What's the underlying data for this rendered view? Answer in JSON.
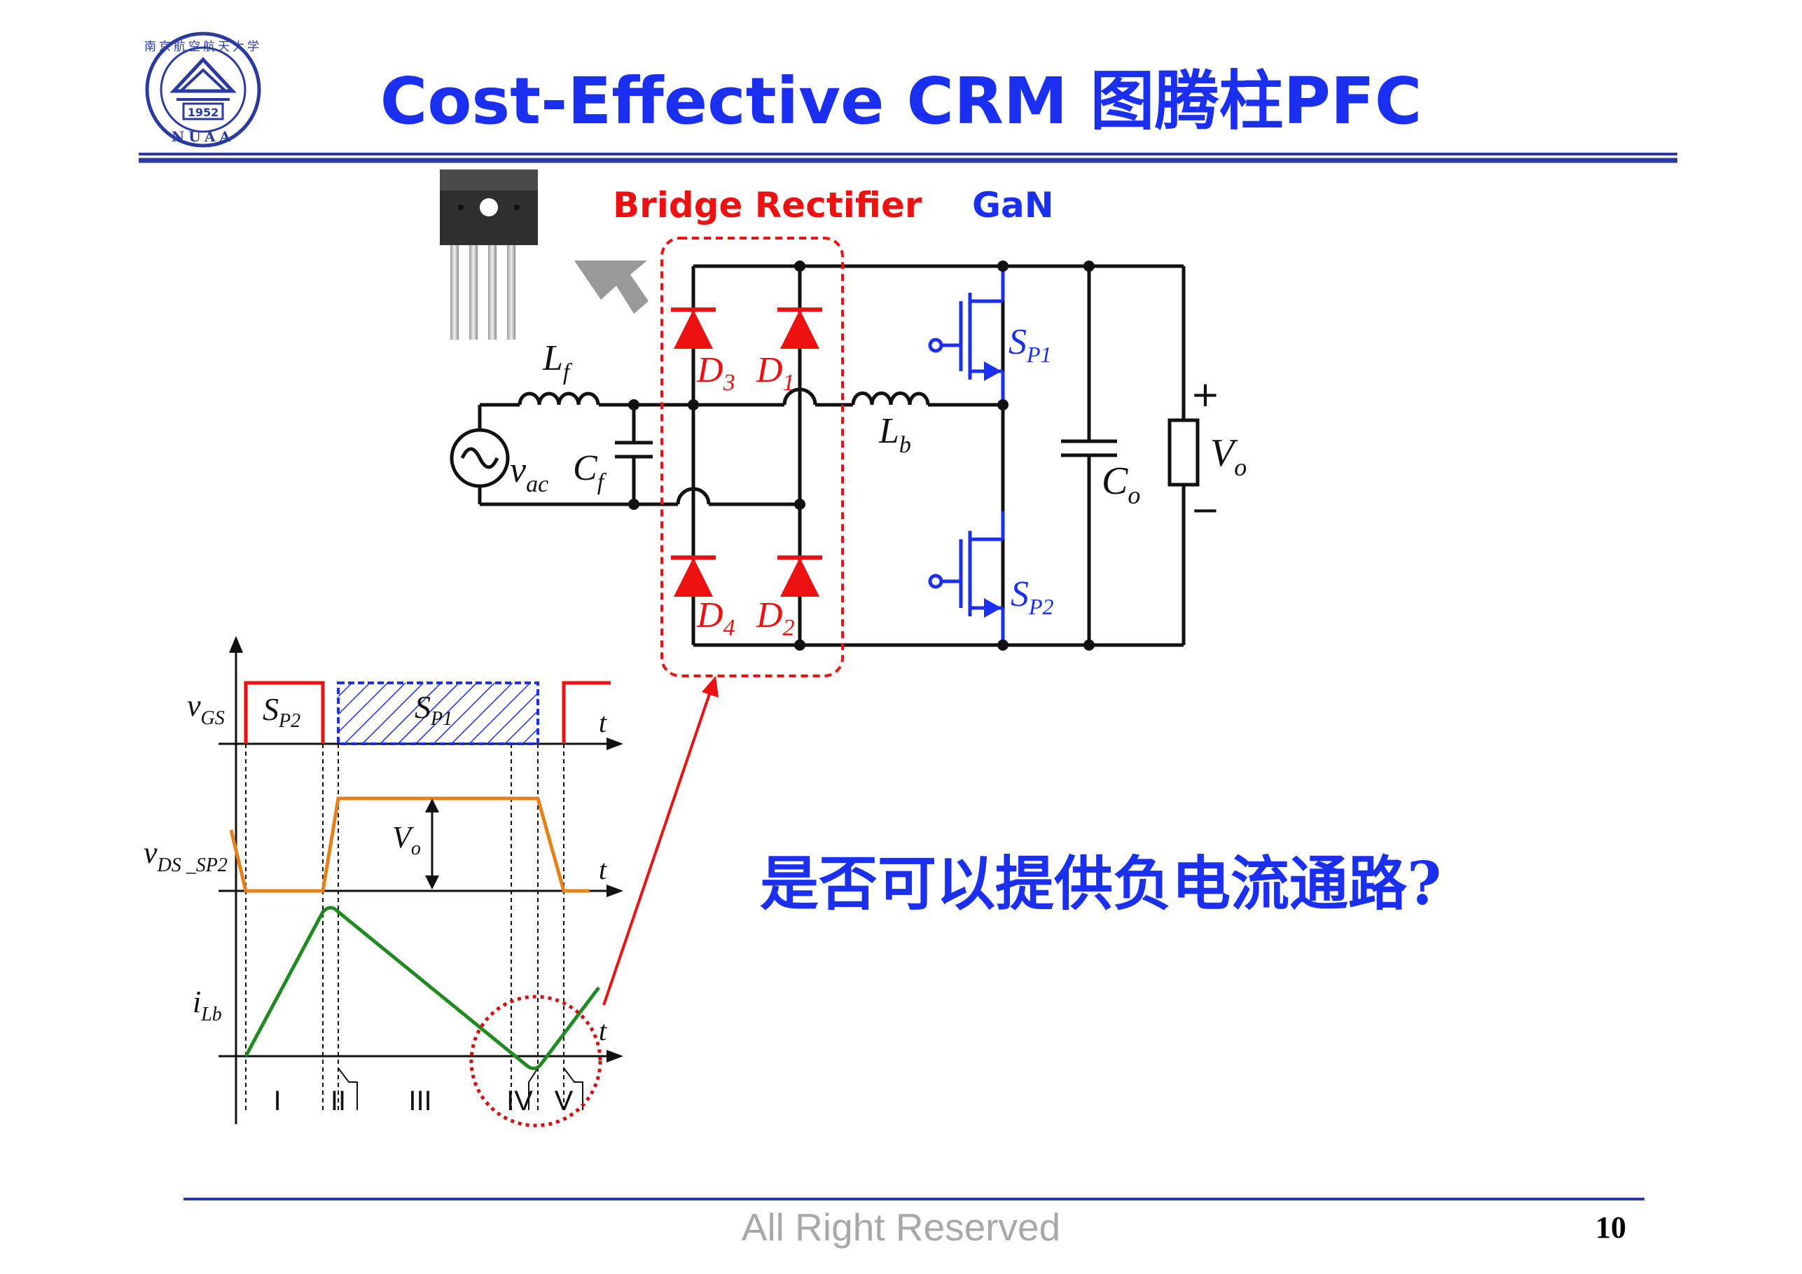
{
  "title": "Cost-Effective CRM 图腾柱PFC",
  "logo": {
    "year": "1952",
    "abbr": "NUAA",
    "ring_text": "南京航空航天大学"
  },
  "labels": {
    "bridge_rectifier": "Bridge Rectifier",
    "gan": "GaN",
    "Lf": "L",
    "Lf_sub": "f",
    "Cf": "C",
    "Cf_sub": "f",
    "vac": "v",
    "vac_sub": "ac",
    "Lb": "L",
    "Lb_sub": "b",
    "Co": "C",
    "Co_sub": "o",
    "Vo": "V",
    "Vo_sub": "o",
    "plus": "+",
    "minus": "−",
    "D3": "D",
    "D3_sub": "3",
    "D1": "D",
    "D1_sub": "1",
    "D4": "D",
    "D4_sub": "4",
    "D2": "D",
    "D2_sub": "2",
    "SP1": "S",
    "SP1_sub": "P1",
    "SP2": "S",
    "SP2_sub": "P2"
  },
  "waveform": {
    "vgs": "v",
    "vgs_sub": "GS",
    "vds": "v",
    "vds_sub": "DS _SP2",
    "ilb": "i",
    "ilb_sub": "Lb",
    "t": "t",
    "sp2": "S",
    "sp2_sub": "P2",
    "sp1": "S",
    "sp1_sub": "P1",
    "vo": "V",
    "vo_sub": "o",
    "intervals": [
      "I",
      "II",
      "III",
      "IV",
      "V"
    ]
  },
  "question": "是否可以提供负电流通路?",
  "footer": "All Right Reserved",
  "page_number": "10",
  "colors": {
    "title": "#1a2ff0",
    "red": "#ee1111",
    "blue": "#1a2ff0",
    "orange": "#e8801a",
    "green": "#1f8a1f",
    "wire": "#111111"
  }
}
